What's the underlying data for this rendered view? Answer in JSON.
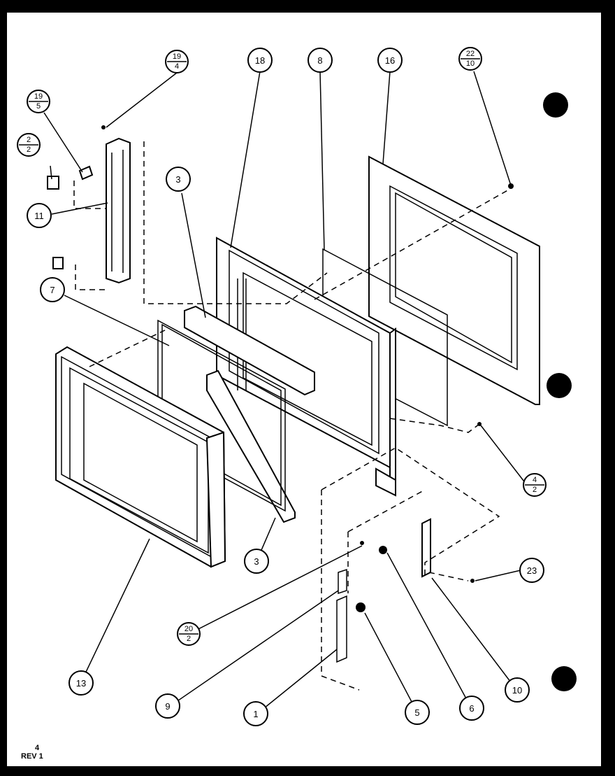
{
  "diagram": {
    "callouts": [
      {
        "id": "c19-4",
        "top": "19",
        "bottom": "4"
      },
      {
        "id": "c19-5",
        "top": "19",
        "bottom": "5"
      },
      {
        "id": "c2-2",
        "top": "2",
        "bottom": "2"
      },
      {
        "id": "c11",
        "label": "11"
      },
      {
        "id": "c7",
        "label": "7"
      },
      {
        "id": "c3a",
        "label": "3"
      },
      {
        "id": "c18",
        "label": "18"
      },
      {
        "id": "c8",
        "label": "8"
      },
      {
        "id": "c16",
        "label": "16"
      },
      {
        "id": "c22-10",
        "top": "22",
        "bottom": "10"
      },
      {
        "id": "c4-2",
        "top": "4",
        "bottom": "2"
      },
      {
        "id": "c3b",
        "label": "3"
      },
      {
        "id": "c23",
        "label": "23"
      },
      {
        "id": "c20-2",
        "top": "20",
        "bottom": "2"
      },
      {
        "id": "c13",
        "label": "13"
      },
      {
        "id": "c9",
        "label": "9"
      },
      {
        "id": "c1",
        "label": "1"
      },
      {
        "id": "c5",
        "label": "5"
      },
      {
        "id": "c6",
        "label": "6"
      },
      {
        "id": "c10",
        "label": "10"
      }
    ]
  },
  "footer": {
    "page": "4",
    "rev": "REV 1"
  }
}
